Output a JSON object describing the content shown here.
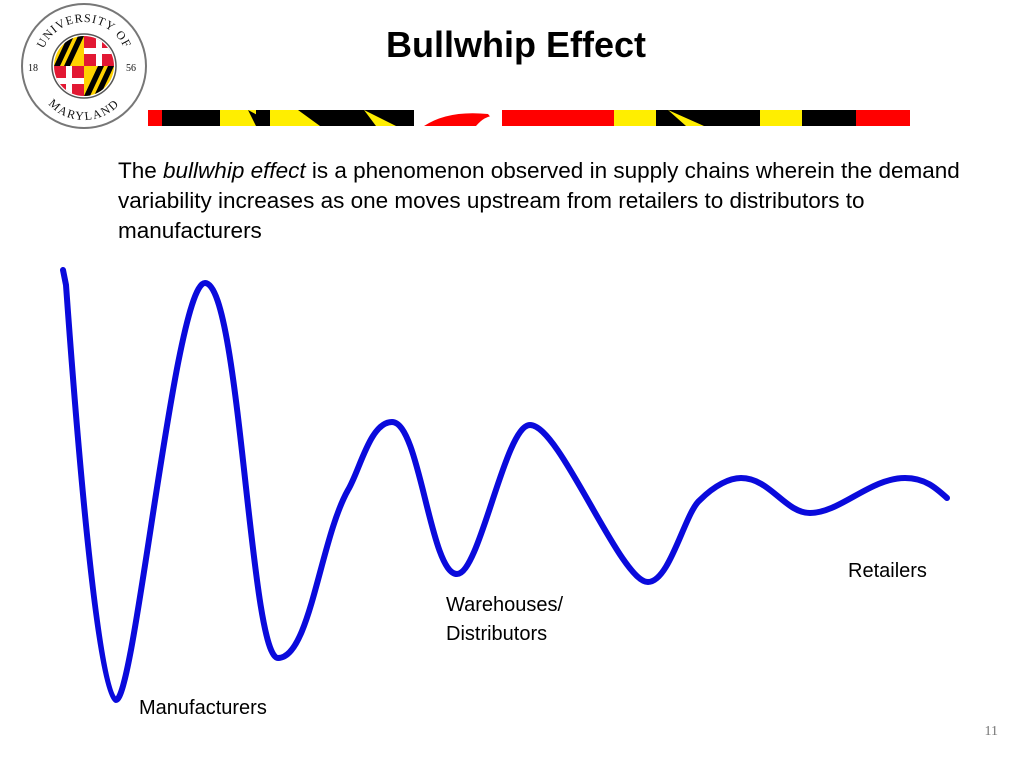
{
  "slide": {
    "title": "Bullwhip Effect",
    "intro": {
      "before": "The ",
      "emphasis": "bullwhip effect",
      "after": " is a phenomenon observed in supply chains wherein the demand variability increases as one moves upstream from retailers to distributors to manufacturers"
    },
    "labels": {
      "manufacturers": "Manufacturers",
      "warehouses_line1": "Warehouses/",
      "warehouses_line2": "Distributors",
      "retailers": "Retailers"
    },
    "page_number": "11"
  },
  "logo": {
    "top_text": "UNIVERSITY OF",
    "bottom_text": "MARYLAND",
    "year_left": "18",
    "year_right": "56"
  },
  "colors": {
    "curve": "#0a0adc",
    "red": "#ff0000",
    "gold": "#ffee00",
    "black": "#000000"
  },
  "icons": {
    "seal": "university-seal-icon",
    "banner": "maryland-flag-banner"
  }
}
